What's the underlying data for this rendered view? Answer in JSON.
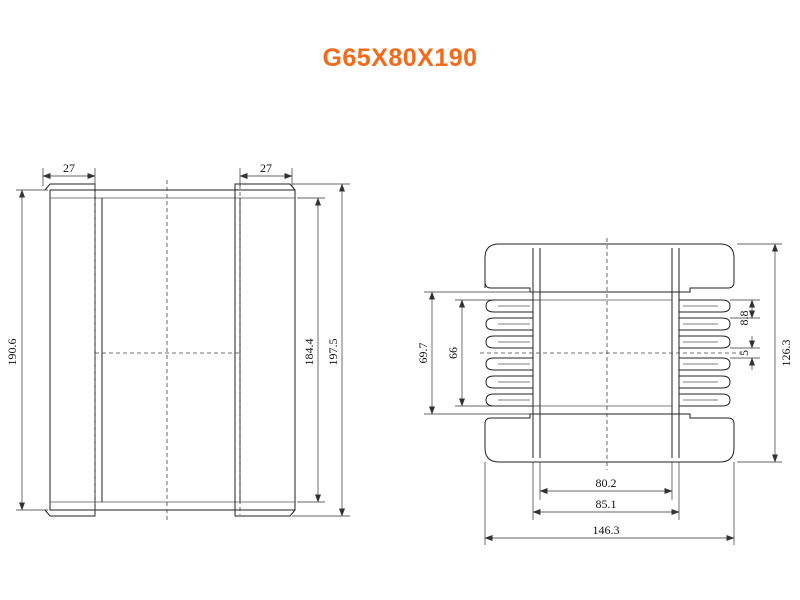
{
  "title": "G65X80X190",
  "colors": {
    "title": "#f26a1b",
    "lines": "#222222"
  },
  "front_view": {
    "dims": {
      "top_left_width": "27",
      "top_right_width": "27",
      "height_outer": "190.6",
      "height_inner": "184.4",
      "height_total": "197.5"
    }
  },
  "side_view": {
    "dims": {
      "left_outer": "69.7",
      "left_inner": "66",
      "pin_pitch": "8.8",
      "pin_width": "5",
      "height": "126.3",
      "width_inner": "80.2",
      "width_mid": "85.1",
      "width_total": "146.3"
    }
  }
}
